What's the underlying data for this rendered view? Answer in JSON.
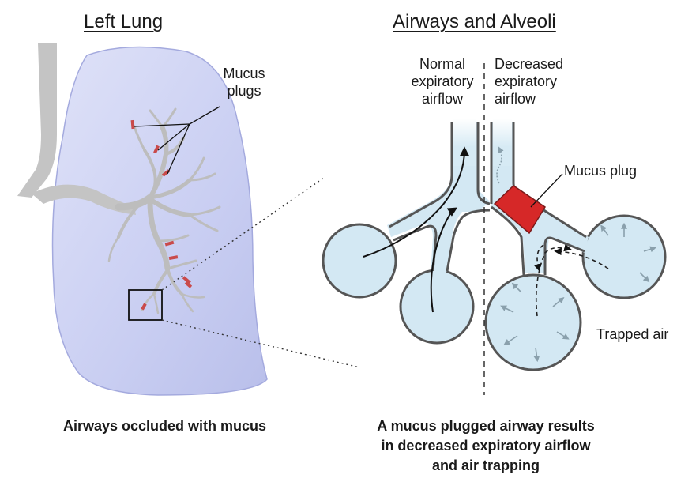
{
  "left_panel": {
    "title": "Left Lung",
    "plug_label": "Mucus plugs",
    "caption": "Airways occluded with mucus"
  },
  "right_panel": {
    "title": "Airways and Alveoli",
    "normal_label_line1": "Normal",
    "normal_label_line2": "expiratory",
    "normal_label_line3": "airflow",
    "decreased_label_line1": "Decreased",
    "decreased_label_line2": "expiratory",
    "decreased_label_line3": "airflow",
    "plug_label": "Mucus plug",
    "trapped_label": "Trapped air",
    "caption_line1": "A mucus plugged airway results",
    "caption_line2": "in decreased expiratory airflow",
    "caption_line3": "and air trapping"
  },
  "colors": {
    "lung_fill": "#cdd2f2",
    "lung_edge": "#9aa0d8",
    "airway_gray": "#c4c4c4",
    "mucus_red": "#d62828",
    "alveoli_fill": "#d3e8f3",
    "alveoli_wall": "#555555"
  }
}
